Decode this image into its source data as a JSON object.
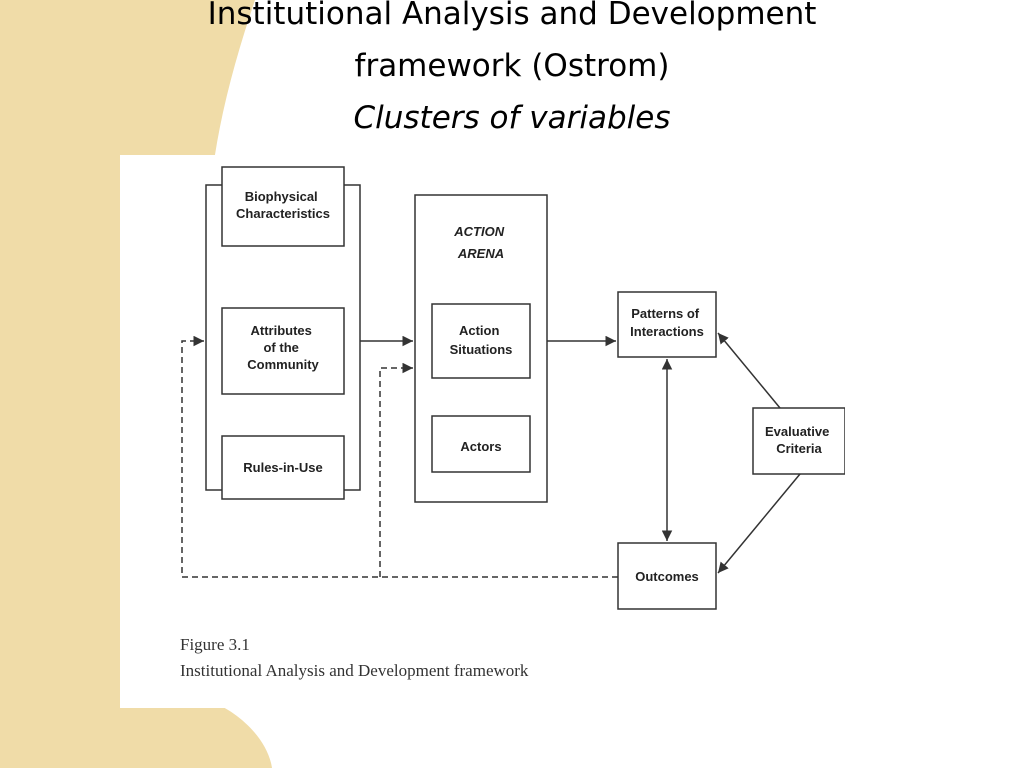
{
  "slide": {
    "title": "Institutional Analysis and Development framework (Ostrom)",
    "subtitle": "Clusters of variables"
  },
  "colors": {
    "decoration": "#f0dca8",
    "line": "#333333"
  },
  "diagram": {
    "boxes": {
      "biophysical": [
        "Biophysical",
        "Characteristics"
      ],
      "attributes": [
        "Attributes",
        "of the",
        "Community"
      ],
      "rules": [
        "Rules-in-Use"
      ],
      "action_arena": [
        "ACTION",
        "ARENA"
      ],
      "action_situations": [
        "Action",
        "Situations"
      ],
      "actors": [
        "Actors"
      ],
      "patterns": [
        "Patterns of",
        "Interactions"
      ],
      "evaluative": [
        "Evaluative",
        "Criteria"
      ],
      "outcomes": [
        "Outcomes"
      ]
    }
  },
  "caption": {
    "figure_number": "Figure 3.1",
    "figure_title": "Institutional Analysis and Development framework"
  }
}
